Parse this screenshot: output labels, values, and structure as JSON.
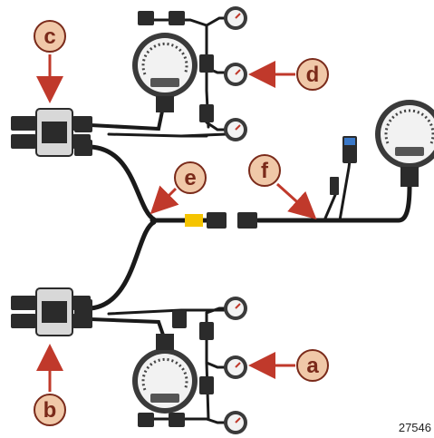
{
  "callouts": {
    "a": "a",
    "b": "b",
    "c": "c",
    "d": "d",
    "e": "e",
    "f": "f"
  },
  "reference_number": "27546",
  "colors": {
    "callout_fill": "#f0c8a8",
    "callout_stroke": "#7a2a1a",
    "arrow": "#c0392b",
    "cable": "#1a1a1a",
    "connector_dark": "#2b2b2b",
    "connector_light": "#d8d8d8",
    "gauge_face": "#f2f2f2",
    "gauge_bezel": "#3a3a3a",
    "inline_marker": "#f5c400",
    "blue_connector": "#3a78c8"
  },
  "icons": [
    "gauge-icon",
    "junction-box-icon",
    "connector-icon",
    "terminator-icon"
  ]
}
